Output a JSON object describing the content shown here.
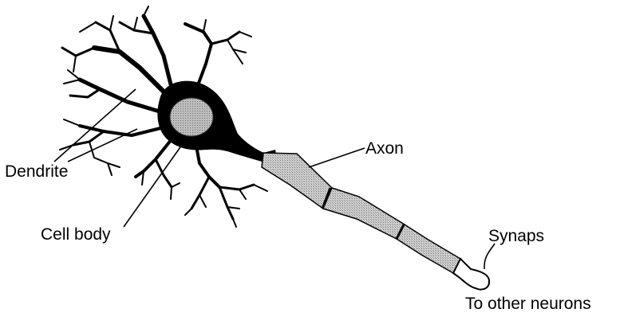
{
  "labels": {
    "dendrite": "Dendrite",
    "cell_body": "Cell body",
    "axon": "Axon",
    "synapse": "Synaps",
    "to_other_neurons": "To other neurons"
  },
  "colors": {
    "ink": "#000000",
    "nucleus_fill": "#b4b4b4",
    "axon_segment_fill": "#c3c3c3",
    "background": "#ffffff"
  }
}
